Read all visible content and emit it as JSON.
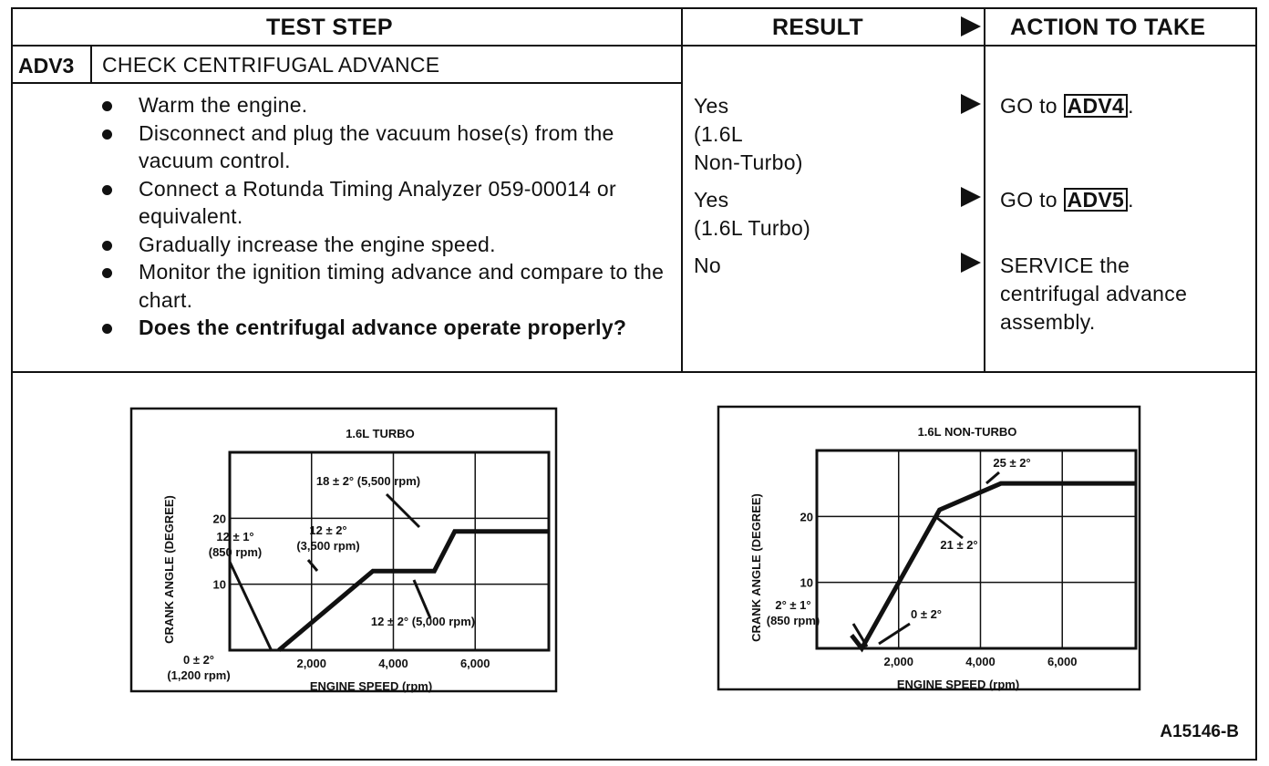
{
  "header": {
    "test_step": "TEST STEP",
    "result": "RESULT",
    "action": "ACTION TO TAKE"
  },
  "step": {
    "id": "ADV3",
    "title": "CHECK CENTRIFUGAL ADVANCE",
    "bullets": [
      {
        "text": "Warm the engine.",
        "bold": false
      },
      {
        "text": "Disconnect and plug the vacuum hose(s) from the vacuum control.",
        "bold": false
      },
      {
        "text": "Connect a Rotunda Timing Analyzer 059-00014 or equivalent.",
        "bold": false
      },
      {
        "text": "Gradually increase the engine speed.",
        "bold": false
      },
      {
        "text": "Monitor the ignition timing advance and compare to the chart.",
        "bold": false
      },
      {
        "text": "Does the centrifugal advance operate properly?",
        "bold": true
      }
    ]
  },
  "results": [
    {
      "result": "Yes\n(1.6L\nNon-Turbo)",
      "action_prefix": "GO to ",
      "action_ref": "ADV4",
      "action_suffix": "."
    },
    {
      "result": "Yes\n(1.6L Turbo)",
      "action_prefix": "GO to ",
      "action_ref": "ADV5",
      "action_suffix": "."
    },
    {
      "result": "No",
      "action_prefix": "SERVICE the\ncentrifugal advance\nassembly.",
      "action_ref": "",
      "action_suffix": ""
    }
  ],
  "figure_id": "A15146-B",
  "chart_data": [
    {
      "type": "line",
      "title": "1.6L TURBO",
      "xlabel": "ENGINE SPEED (rpm)",
      "ylabel": "CRANK ANGLE (DEGREE)",
      "x_ticks": [
        "2,000",
        "4,000",
        "6,000"
      ],
      "y_ticks": [
        "10",
        "20"
      ],
      "xlim": [
        0,
        7800
      ],
      "ylim": [
        0,
        30
      ],
      "grid": true,
      "series": [
        {
          "x": [
            1200,
            3500,
            5000,
            5500,
            7800
          ],
          "y": [
            0,
            12,
            12,
            18,
            18
          ]
        }
      ],
      "annotations": [
        "18 ± 2° (5,500 rpm)",
        "12 ± 2°",
        "(3,500 rpm)",
        "12 ± 1°",
        "(850 rpm)",
        "12 ± 2° (5,000 rpm)",
        "0 ± 2°",
        "(1,200 rpm)"
      ]
    },
    {
      "type": "line",
      "title": "1.6L NON-TURBO",
      "xlabel": "ENGINE SPEED (rpm)",
      "ylabel": "CRANK ANGLE (DEGREE)",
      "x_ticks": [
        "2,000",
        "4,000",
        "6,000"
      ],
      "y_ticks": [
        "10",
        "20"
      ],
      "xlim": [
        0,
        7800
      ],
      "ylim": [
        0,
        30
      ],
      "grid": true,
      "series": [
        {
          "x": [
            850,
            1100,
            3000,
            4500,
            7800
          ],
          "y": [
            2,
            0,
            21,
            25,
            25
          ]
        }
      ],
      "annotations": [
        "25 ± 2°",
        "21 ± 2°",
        "2° ± 1°",
        "(850 rpm)",
        "0 ± 2°"
      ]
    }
  ]
}
